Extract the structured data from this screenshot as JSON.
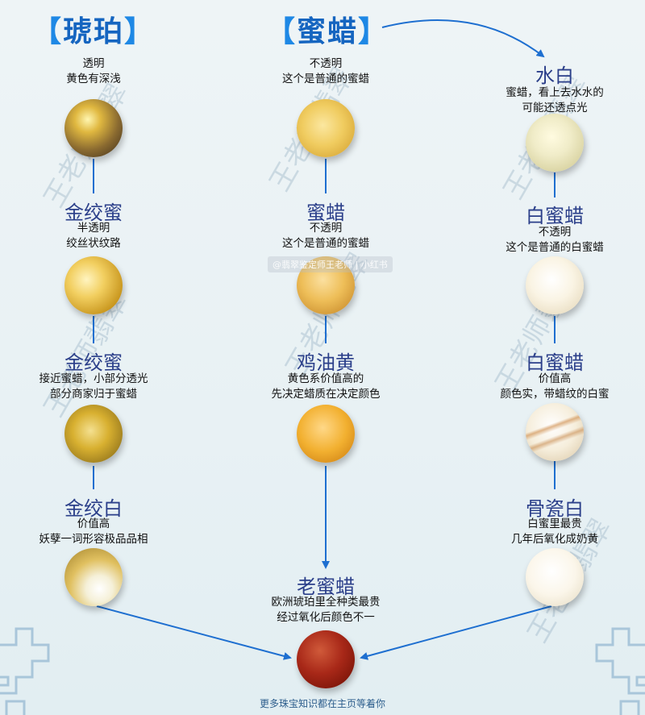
{
  "titles": {
    "left": {
      "bl": "【",
      "text": "琥珀",
      "br": "】"
    },
    "mid": {
      "bl": "【",
      "text": "蜜蜡",
      "br": "】"
    }
  },
  "left": [
    {
      "name": "",
      "desc1": "透明",
      "desc2": "黄色有深浅"
    },
    {
      "name": "金绞蜜",
      "desc1": "半透明",
      "desc2": "绞丝状纹路"
    },
    {
      "name": "金绞蜜",
      "desc1": "接近蜜蜡，小部分透光",
      "desc2": "部分商家归于蜜蜡"
    },
    {
      "name": "金绞白",
      "desc1": "价值高",
      "desc2": "妖孽一词形容极品品相"
    }
  ],
  "mid": [
    {
      "name": "",
      "desc1": "不透明",
      "desc2": "这个是普通的蜜蜡"
    },
    {
      "name": "蜜蜡",
      "desc1": "不透明",
      "desc2": "这个是普通的蜜蜡"
    },
    {
      "name": "鸡油黄",
      "desc1": "黄色系价值高的",
      "desc2": "先决定蜡质在决定颜色"
    },
    {
      "name": "老蜜蜡",
      "desc1": "欧洲琥珀里全种类最贵",
      "desc2": "经过氧化后颜色不一"
    }
  ],
  "right": [
    {
      "name": "水白",
      "desc1": "蜜蜡，看上去水水的",
      "desc2": "可能还透点光"
    },
    {
      "name": "白蜜蜡",
      "desc1": "不透明",
      "desc2": "这个是普通的白蜜蜡"
    },
    {
      "name": "白蜜蜡",
      "desc1": "价值高",
      "desc2": "颜色实，带蜡纹的白蜜"
    },
    {
      "name": "骨瓷白",
      "desc1": "白蜜里最贵",
      "desc2": "几年后氧化成奶黄"
    }
  ],
  "watermark": "王老师翡翠",
  "stamp": "@翡翠鉴定师王老师 | 小红书",
  "footer": "更多珠宝知识都在主页等着你",
  "colors": {
    "arrow": "#1e6fd0",
    "title": "#1565c0",
    "heading": "#2b3f8a"
  }
}
